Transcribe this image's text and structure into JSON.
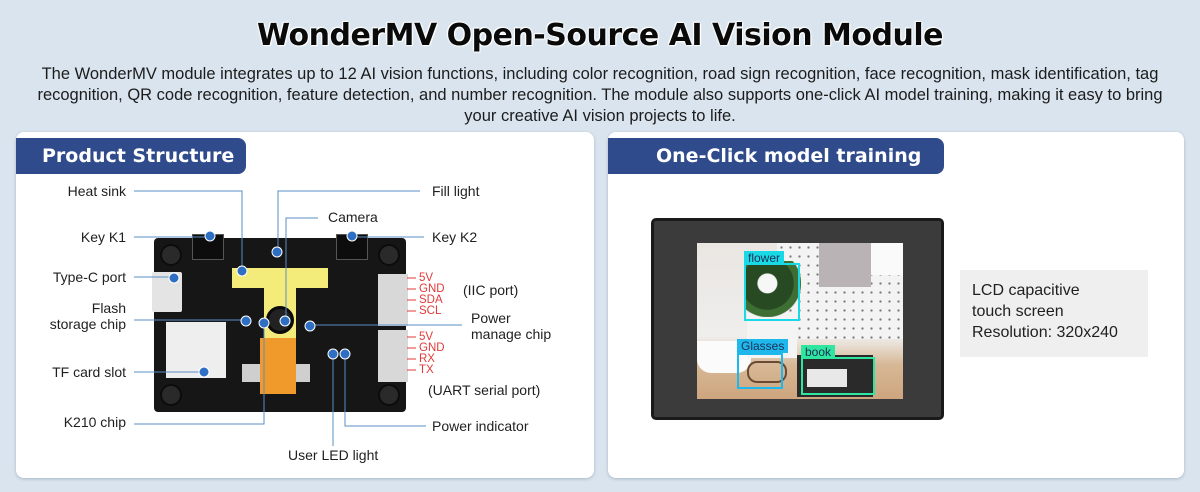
{
  "title": "WonderMV Open-Source AI Vision Module",
  "intro": "The WonderMV module integrates up to 12 AI vision functions, including color recognition, road sign recognition, face recognition, mask identification, tag recognition, QR code recognition, feature detection, and number recognition. The module also supports one-click AI model training, making it easy to bring your creative AI vision projects to life.",
  "colors": {
    "header_bg": "#2f4b8c",
    "callout_dot": "#2e6fc4",
    "pin_label": "#e03a3a",
    "bbox_flower": "#19d9e6",
    "bbox_glasses": "#1fb8ec",
    "bbox_book": "#2ee6a0"
  },
  "product_structure": {
    "header": "Product Structure",
    "callouts": {
      "heat_sink": "Heat sink",
      "key_k1": "Key K1",
      "type_c_port": "Type-C port",
      "flash_storage_chip": "Flash\nstorage chip",
      "tf_card_slot": "TF card slot",
      "k210_chip": "K210 chip",
      "user_led_light": "User LED light",
      "fill_light": "Fill light",
      "camera": "Camera",
      "key_k2": "Key K2",
      "iic_port": "(IIC port)",
      "power_manage_chip": "Power\nmanage chip",
      "uart_serial_port": "(UART serial port)",
      "power_indicator": "Power indicator"
    },
    "iic_pins": [
      "5V",
      "GND",
      "SDA",
      "SCL"
    ],
    "uart_pins": [
      "5V",
      "GND",
      "RX",
      "TX"
    ]
  },
  "model_training": {
    "header": "One-Click model training",
    "detections": [
      {
        "label": "flower",
        "icon": "flower-object"
      },
      {
        "label": "Glasses",
        "icon": "glasses-object"
      },
      {
        "label": "book",
        "icon": "book-object"
      }
    ],
    "info_lines": [
      "LCD capacitive",
      "touch screen",
      "Resolution: 320x240"
    ]
  }
}
